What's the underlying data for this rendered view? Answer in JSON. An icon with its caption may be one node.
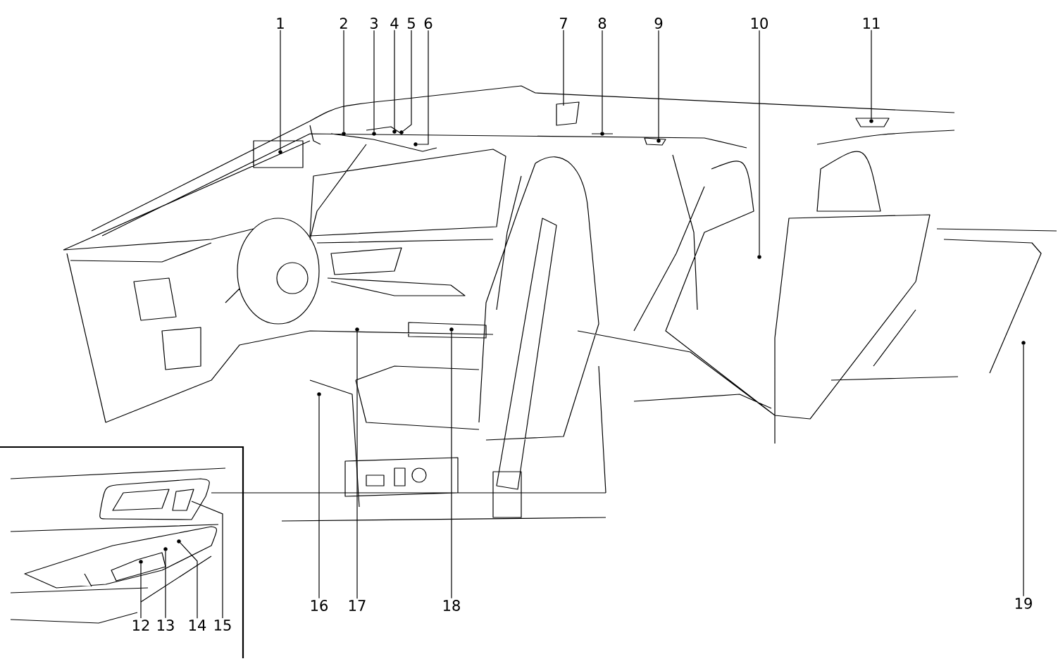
{
  "diagram": {
    "nodes": [
      {
        "text": [
          "1"
        ]
      },
      {
        "text": [
          "2"
        ]
      },
      {
        "text": [
          "3"
        ]
      },
      {
        "text": [
          "4"
        ]
      },
      {
        "text": [
          "5"
        ]
      },
      {
        "text": [
          "6"
        ]
      },
      {
        "text": [
          "7"
        ]
      },
      {
        "text": [
          "8"
        ]
      },
      {
        "text": [
          "9"
        ]
      },
      {
        "text": [
          "10"
        ]
      },
      {
        "text": [
          "11"
        ]
      },
      {
        "text": [
          "12"
        ]
      },
      {
        "text": [
          "13"
        ]
      },
      {
        "text": [
          "14"
        ]
      },
      {
        "text": [
          "15"
        ]
      },
      {
        "text": [
          "16"
        ]
      },
      {
        "text": [
          "17"
        ]
      },
      {
        "text": [
          "18"
        ]
      },
      {
        "text": [
          "19"
        ]
      },
      {
        "text": [],
        "shape": "circle"
      },
      {
        "text": [],
        "shape": "circle"
      },
      {
        "text": [],
        "shape": "circle"
      },
      {
        "text": [],
        "shape": "circle"
      },
      {
        "text": [],
        "shape": "circle"
      },
      {
        "text": [],
        "shape": "circle"
      },
      {
        "text": [],
        "shape": "circle"
      },
      {
        "text": [],
        "shape": "circle"
      },
      {
        "text": [],
        "shape": "circle"
      },
      {
        "text": [],
        "shape": "circle"
      },
      {
        "text": [],
        "shape": "circle"
      },
      {
        "text": [],
        "shape": "circle"
      },
      {
        "text": [],
        "shape": "circle"
      },
      {
        "text": [],
        "shape": "circle"
      },
      {
        "text": [],
        "shape": "circle"
      },
      {
        "text": [],
        "shape": "circle"
      },
      {
        "text": [],
        "shape": "circle"
      }
    ],
    "edges": [
      {
        "from": 0,
        "to": 22,
        "arrow": "none"
      },
      {
        "from": 1,
        "to": 24,
        "arrow": "none"
      },
      {
        "from": 2,
        "to": 26,
        "arrow": "none"
      },
      {
        "from": 3,
        "to": 27,
        "arrow": "none"
      },
      {
        "from": 4,
        "to": 28,
        "arrow": "none"
      },
      {
        "from": 5,
        "to": 29,
        "arrow": "none"
      },
      {
        "from": 6,
        "to": null,
        "arrow": "none"
      },
      {
        "from": 7,
        "to": 31,
        "arrow": "none"
      },
      {
        "from": 8,
        "to": 32,
        "arrow": "none"
      },
      {
        "from": 9,
        "to": 33,
        "arrow": "none"
      },
      {
        "from": 10,
        "to": 34,
        "arrow": "none"
      },
      {
        "from": 11,
        "to": 19,
        "arrow": "none"
      },
      {
        "from": 12,
        "to": 20,
        "arrow": "none"
      },
      {
        "from": 13,
        "to": 21,
        "arrow": "none"
      },
      {
        "from": 14,
        "to": null,
        "arrow": "none"
      },
      {
        "from": 15,
        "to": 23,
        "arrow": "none"
      },
      {
        "from": 16,
        "to": 25,
        "arrow": "none"
      },
      {
        "from": 17,
        "to": 30,
        "arrow": "none"
      },
      {
        "from": 18,
        "to": 35,
        "arrow": "none"
      }
    ]
  }
}
